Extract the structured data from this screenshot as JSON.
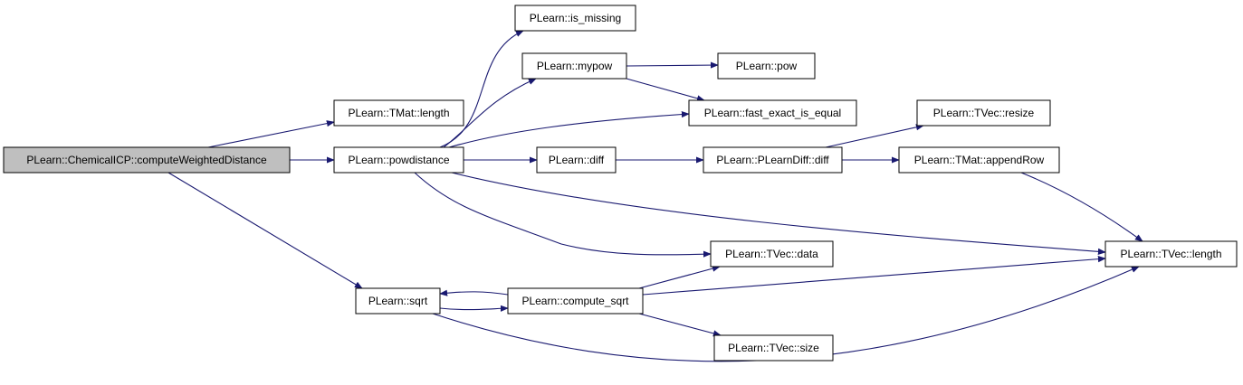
{
  "colors": {
    "edge": "#191970",
    "node_fill": "#ffffff",
    "root_fill": "#bfbfbf",
    "node_stroke": "#000000"
  },
  "nodes": [
    {
      "id": "root",
      "label": "PLearn::ChemicalICP::computeWeightedDistance",
      "root": true
    },
    {
      "id": "tmat_length",
      "label": "PLearn::TMat::length"
    },
    {
      "id": "powdistance",
      "label": "PLearn::powdistance"
    },
    {
      "id": "sqrt",
      "label": "PLearn::sqrt"
    },
    {
      "id": "is_missing",
      "label": "PLearn::is_missing"
    },
    {
      "id": "mypow",
      "label": "PLearn::mypow"
    },
    {
      "id": "pow",
      "label": "PLearn::pow"
    },
    {
      "id": "fast_exact_is_equal",
      "label": "PLearn::fast_exact_is_equal"
    },
    {
      "id": "diff",
      "label": "PLearn::diff"
    },
    {
      "id": "plearndiff_diff",
      "label": "PLearn::PLearnDiff::diff"
    },
    {
      "id": "tvec_resize",
      "label": "PLearn::TVec::resize"
    },
    {
      "id": "tmat_appendrow",
      "label": "PLearn::TMat::appendRow"
    },
    {
      "id": "tvec_length",
      "label": "PLearn::TVec::length"
    },
    {
      "id": "tvec_data",
      "label": "PLearn::TVec::data"
    },
    {
      "id": "compute_sqrt",
      "label": "PLearn::compute_sqrt"
    },
    {
      "id": "tvec_size",
      "label": "PLearn::TVec::size"
    }
  ],
  "edges": [
    {
      "from": "root",
      "to": "tmat_length"
    },
    {
      "from": "root",
      "to": "powdistance"
    },
    {
      "from": "root",
      "to": "sqrt"
    },
    {
      "from": "powdistance",
      "to": "is_missing"
    },
    {
      "from": "powdistance",
      "to": "mypow"
    },
    {
      "from": "powdistance",
      "to": "fast_exact_is_equal"
    },
    {
      "from": "powdistance",
      "to": "diff"
    },
    {
      "from": "powdistance",
      "to": "tvec_data"
    },
    {
      "from": "powdistance",
      "to": "tvec_length"
    },
    {
      "from": "mypow",
      "to": "pow"
    },
    {
      "from": "mypow",
      "to": "fast_exact_is_equal"
    },
    {
      "from": "diff",
      "to": "plearndiff_diff"
    },
    {
      "from": "plearndiff_diff",
      "to": "tvec_resize"
    },
    {
      "from": "plearndiff_diff",
      "to": "tmat_appendrow"
    },
    {
      "from": "tmat_appendrow",
      "to": "tvec_length"
    },
    {
      "from": "sqrt",
      "to": "compute_sqrt"
    },
    {
      "from": "sqrt",
      "to": "tvec_length"
    },
    {
      "from": "compute_sqrt",
      "to": "sqrt"
    },
    {
      "from": "compute_sqrt",
      "to": "tvec_data"
    },
    {
      "from": "compute_sqrt",
      "to": "tvec_length"
    },
    {
      "from": "compute_sqrt",
      "to": "tvec_size"
    }
  ]
}
